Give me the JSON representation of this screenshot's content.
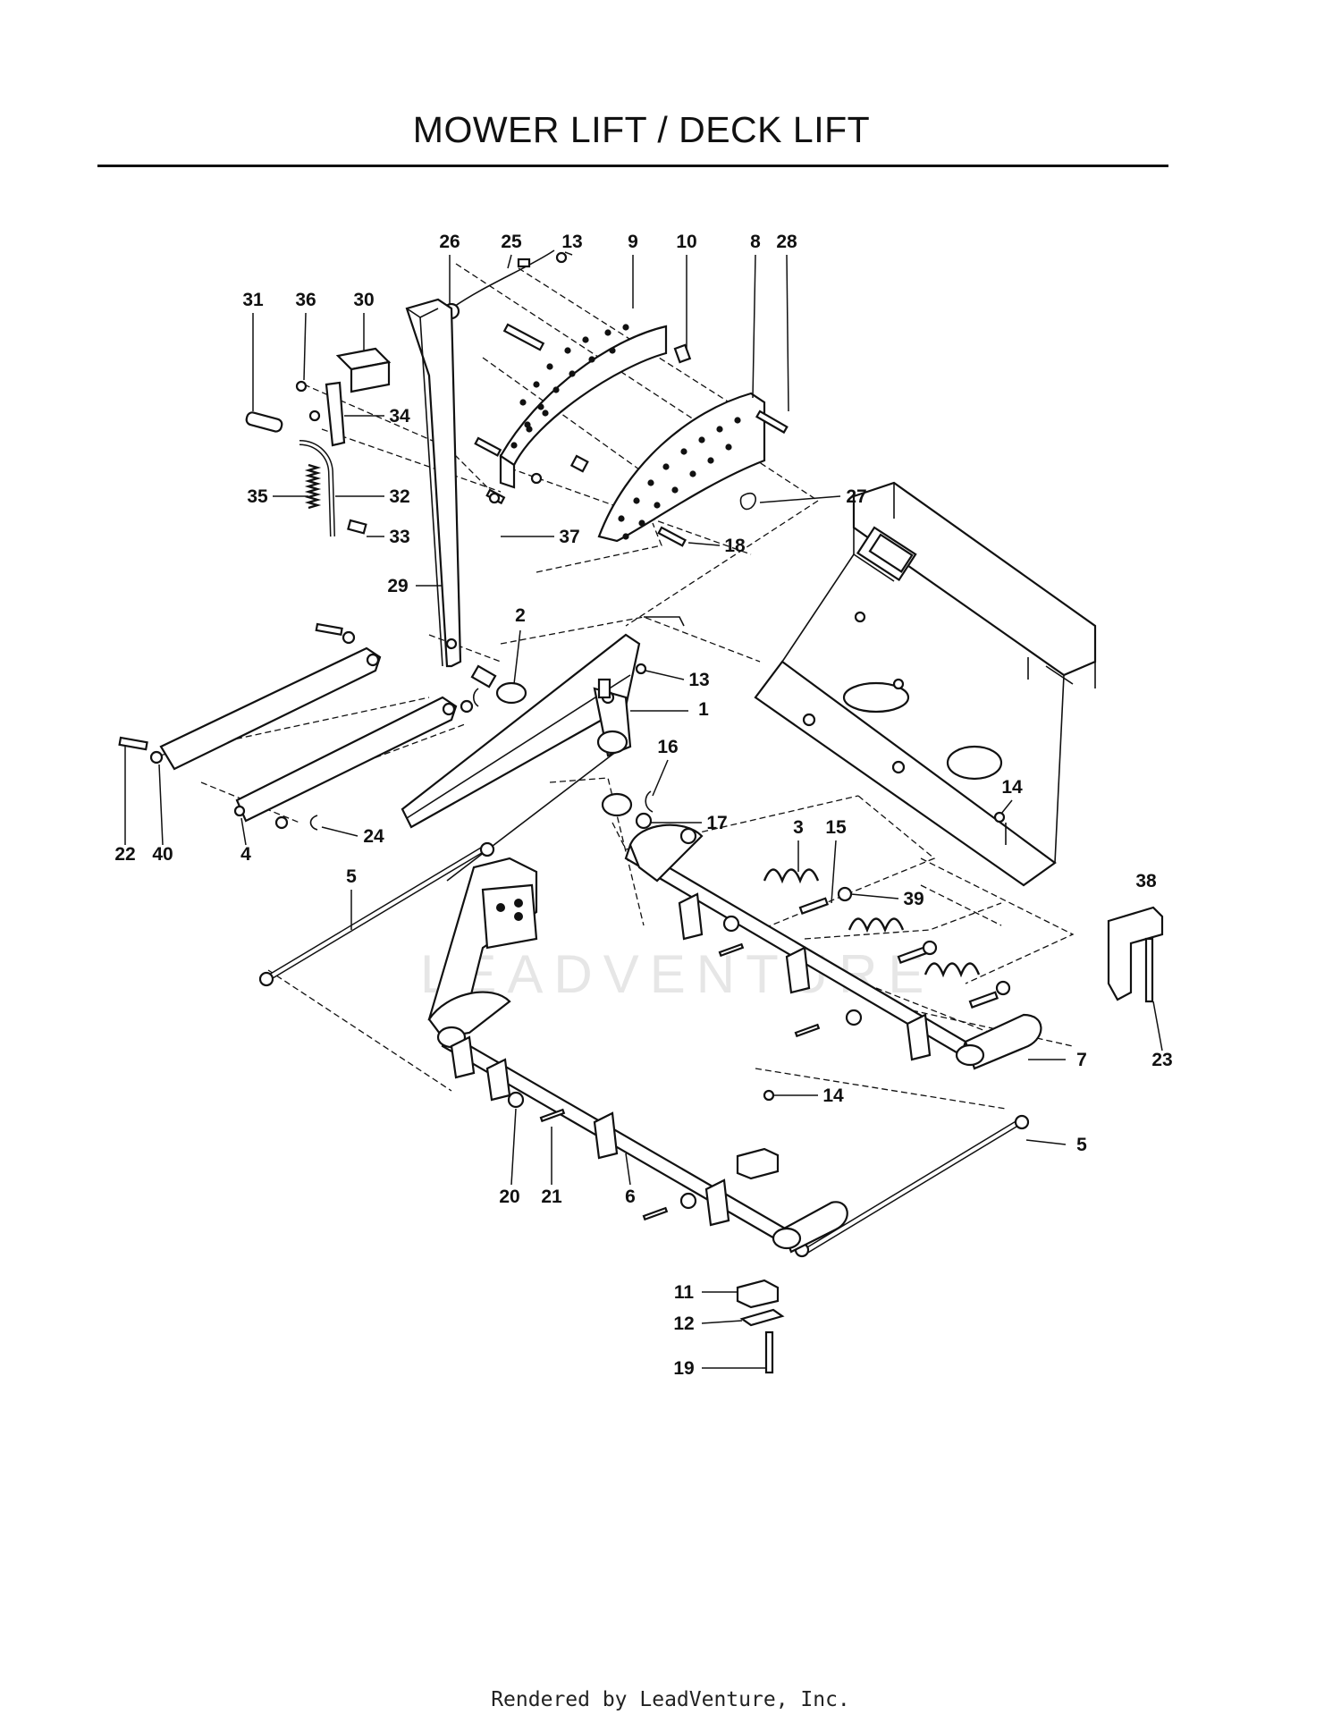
{
  "page": {
    "title": "MOWER LIFT / DECK LIFT",
    "footer": "Rendered by LeadVenture, Inc.",
    "watermark": "LEADVENTURE"
  },
  "callouts": [
    {
      "id": "c26",
      "label": "26"
    },
    {
      "id": "c25",
      "label": "25"
    },
    {
      "id": "c13a",
      "label": "13"
    },
    {
      "id": "c9",
      "label": "9"
    },
    {
      "id": "c10",
      "label": "10"
    },
    {
      "id": "c8",
      "label": "8"
    },
    {
      "id": "c28",
      "label": "28"
    },
    {
      "id": "c31",
      "label": "31"
    },
    {
      "id": "c36",
      "label": "36"
    },
    {
      "id": "c30",
      "label": "30"
    },
    {
      "id": "c34",
      "label": "34"
    },
    {
      "id": "c35",
      "label": "35"
    },
    {
      "id": "c32",
      "label": "32"
    },
    {
      "id": "c33",
      "label": "33"
    },
    {
      "id": "c37",
      "label": "37"
    },
    {
      "id": "c27",
      "label": "27"
    },
    {
      "id": "c18",
      "label": "18"
    },
    {
      "id": "c29",
      "label": "29"
    },
    {
      "id": "c2",
      "label": "2"
    },
    {
      "id": "c13b",
      "label": "13"
    },
    {
      "id": "c1",
      "label": "1"
    },
    {
      "id": "c16",
      "label": "16"
    },
    {
      "id": "c17",
      "label": "17"
    },
    {
      "id": "c14a",
      "label": "14"
    },
    {
      "id": "c22",
      "label": "22"
    },
    {
      "id": "c40",
      "label": "40"
    },
    {
      "id": "c4",
      "label": "4"
    },
    {
      "id": "c24",
      "label": "24"
    },
    {
      "id": "c3",
      "label": "3"
    },
    {
      "id": "c15",
      "label": "15"
    },
    {
      "id": "c39",
      "label": "39"
    },
    {
      "id": "c38",
      "label": "38"
    },
    {
      "id": "c5a",
      "label": "5"
    },
    {
      "id": "c7",
      "label": "7"
    },
    {
      "id": "c23",
      "label": "23"
    },
    {
      "id": "c14b",
      "label": "14"
    },
    {
      "id": "c5b",
      "label": "5"
    },
    {
      "id": "c20",
      "label": "20"
    },
    {
      "id": "c21",
      "label": "21"
    },
    {
      "id": "c6",
      "label": "6"
    },
    {
      "id": "c11",
      "label": "11"
    },
    {
      "id": "c12",
      "label": "12"
    },
    {
      "id": "c19",
      "label": "19"
    }
  ]
}
